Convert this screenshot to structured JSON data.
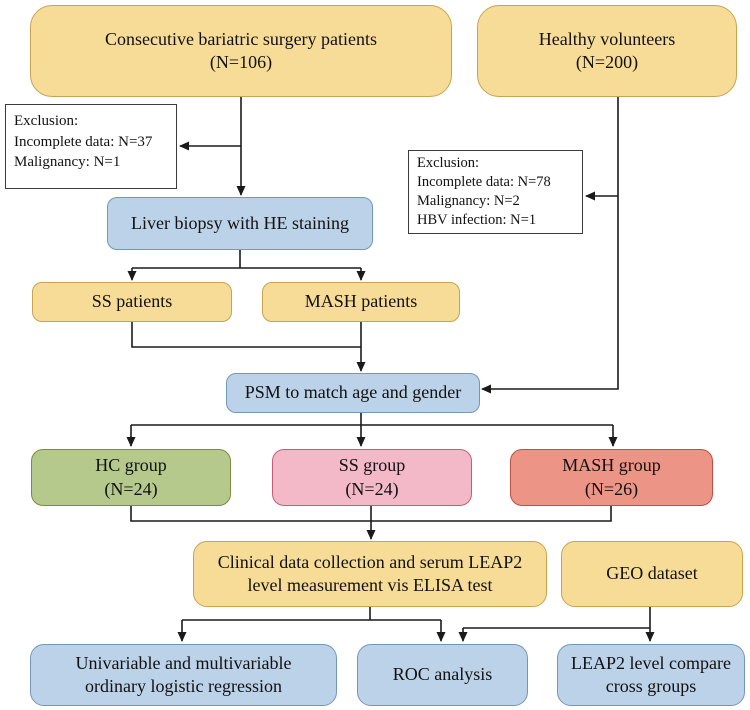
{
  "boxes": {
    "bariatric": {
      "line1": "Consecutive bariatric surgery patients",
      "line2": "(N=106)"
    },
    "healthy": {
      "line1": "Healthy volunteers",
      "line2": "(N=200)"
    },
    "exclusion_left": {
      "lines": [
        "Exclusion:",
        "Incomplete data: N=37",
        "Malignancy: N=1"
      ]
    },
    "exclusion_right": {
      "lines": [
        "Exclusion:",
        "Incomplete data: N=78",
        "Malignancy: N=2",
        "HBV infection: N=1"
      ]
    },
    "liver_biopsy": {
      "line1": "Liver biopsy with HE staining"
    },
    "ss_patients": {
      "line1": "SS patients"
    },
    "mash_patients": {
      "line1": "MASH patients"
    },
    "psm": {
      "line1": "PSM to match age and gender"
    },
    "hc_group": {
      "line1": "HC group",
      "line2": "(N=24)"
    },
    "ss_group": {
      "line1": "SS group",
      "line2": "(N=24)"
    },
    "mash_group": {
      "line1": "MASH group",
      "line2": "(N=26)"
    },
    "clinical_elisa": {
      "line1": "Clinical data collection and serum LEAP2",
      "line2": "level measurement vis ELISA test"
    },
    "geo_dataset": {
      "line1": "GEO dataset"
    },
    "logistic_regression": {
      "line1": "Univariable and multivariable",
      "line2": "ordinary logistic regression"
    },
    "roc": {
      "line1": "ROC analysis"
    },
    "leap2_compare": {
      "line1": "LEAP2 level compare",
      "line2": "cross groups"
    }
  },
  "colors": {
    "yellow_fill": "#F6DC96",
    "yellow_border": "#C9A350",
    "blue_fill": "#BCD2E8",
    "blue_border": "#7596BB",
    "green_fill": "#B5C98C",
    "green_border": "#7D8A41",
    "pink_fill": "#F4B9C8",
    "pink_border": "#C25F77",
    "salmon_fill": "#EC9486",
    "salmon_border": "#BE4F44",
    "exclusion_fill": "#FFFFFF",
    "exclusion_border": "#3C3C3C",
    "line_color": "#1A1A1A",
    "text_color": "#111111",
    "background": "#FFFFFF"
  }
}
